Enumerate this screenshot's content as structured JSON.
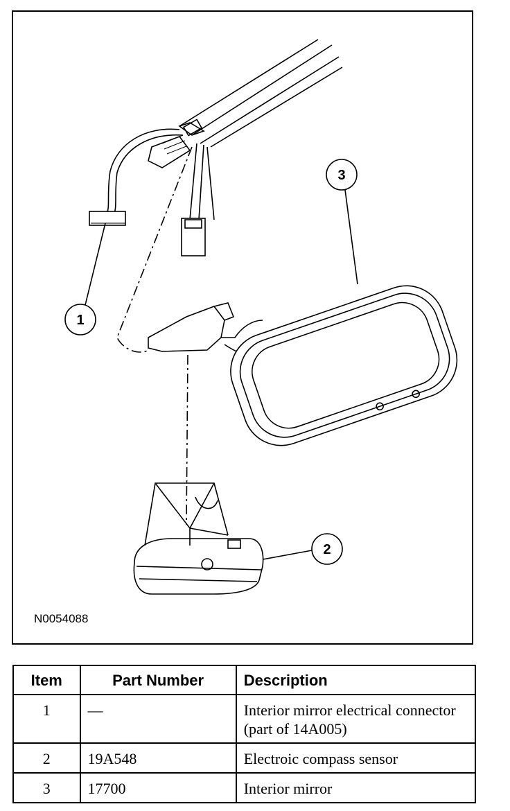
{
  "figure": {
    "id": "N0054088",
    "callouts": [
      "1",
      "2",
      "3"
    ]
  },
  "table": {
    "headers": [
      "Item",
      "Part Number",
      "Description"
    ],
    "rows": [
      {
        "item": "1",
        "part": "—",
        "description": "Interior mirror electrical connector (part of 14A005)"
      },
      {
        "item": "2",
        "part": "19A548",
        "description": "Electroic compass sensor"
      },
      {
        "item": "3",
        "part": "17700",
        "description": "Interior mirror"
      }
    ]
  }
}
